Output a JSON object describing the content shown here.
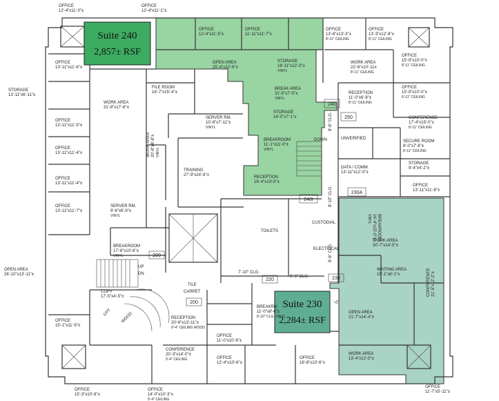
{
  "colors": {
    "suite240_fill": "#99d4a3",
    "suite240_box": "#3dab62",
    "suite230_fill": "#a9d3c4",
    "suite230_box": "#5fae94",
    "wall": "#333333"
  },
  "suite240": {
    "title": "Suite 240",
    "rsf": "2,857± RSF"
  },
  "suite230": {
    "title": "Suite 230",
    "rsf": "2,284± RSF"
  },
  "room_tags": {
    "t240": "240",
    "t240i": "240I",
    "t250": "250",
    "t230a": "230A",
    "t200": "200",
    "t220": "220",
    "t230": "230"
  },
  "rooms": [
    {
      "name": "OFFICE",
      "dim": "12'-4\"x11'-0\"±"
    },
    {
      "name": "OFFICE",
      "dim": "12'-4\"x11'-1\"±"
    },
    {
      "name": "OFFICE",
      "dim": "12'-4\"x11'-5\"±"
    },
    {
      "name": "OFFICE",
      "dim": "11'-11\"x11'-7\"±"
    },
    {
      "name": "OPEN AREA",
      "dim": "25'-4\"x22'-6\"±"
    },
    {
      "name": "STORAGE",
      "dim": "18'-11\"x12'-3\"±",
      "extra": "VINYL"
    },
    {
      "name": "BREAK AREA",
      "dim": "31'-5\"x7'-5\"±",
      "extra": "VINYL"
    },
    {
      "name": "STORAGE",
      "dim": "14'-0\"x7'-1\"±"
    },
    {
      "name": "BREAKROOM",
      "dim": "11'-1\"x11'-0\"±",
      "extra": "VINYL"
    },
    {
      "name": "RECEPTION",
      "dim": "16'-4\"x13'-5\"±"
    },
    {
      "name": "OFFICE",
      "dim": "13'-6\"x13'-3\"±",
      "extra": "8'-11\" CEILING"
    },
    {
      "name": "OFFICE",
      "dim": "13'-3\"x12'-8\"±",
      "extra": "8'-11\" CEILING"
    },
    {
      "name": "OFFICE",
      "dim": "15'-9\"x10'-0\"±",
      "extra": "8'-11\" CEILING"
    },
    {
      "name": "WORK AREA",
      "dim": "22'-6\"x10'-11±",
      "extra": "8'-11\" CEILING"
    },
    {
      "name": "OFFICE",
      "dim": "15'-9\"x10'-0\"±",
      "extra": "8'-11\" CEILING"
    },
    {
      "name": "RECEPTION",
      "dim": "11'-0\"x6'-8\"±",
      "extra": "8'-11\" CEILING"
    },
    {
      "name": "CONFERENCE",
      "dim": "17'-4\"x15'-0\"±",
      "extra": "8'-11\" CEILING"
    },
    {
      "name": "UNVERIFIED",
      "dim": ""
    },
    {
      "name": "SECURE ROOM",
      "dim": "8'-0\"x7'-8\"±",
      "extra": "8'-11\" CEILING"
    },
    {
      "name": "STORAGE",
      "dim": "9'-4\"x4'-2\"±"
    },
    {
      "name": "DATA / COMM.",
      "dim": "13'-11\"x12'-0\"±"
    },
    {
      "name": "OFFICE",
      "dim": "13'-11\"x11'-8\"±"
    },
    {
      "name": "OFFICE",
      "dim": "13'-11\"x11'-6\"±"
    },
    {
      "name": "STORAGE",
      "dim": "13'-11\"x6'-11\"±"
    },
    {
      "name": "OFFICE",
      "dim": "13'-11\"x11'-5\"±"
    },
    {
      "name": "OFFICE",
      "dim": "13'-11\"x11'-4\"±"
    },
    {
      "name": "OFFICE",
      "dim": "13'-11\"x11'-4\"±"
    },
    {
      "name": "OFFICE",
      "dim": "13'-11\"x11'-7\"±"
    },
    {
      "name": "WORK AREA",
      "dim": "31'-8\"x17'-6\"±"
    },
    {
      "name": "FILE ROOM",
      "dim": "16'-7\"x15'-4\"±"
    },
    {
      "name": "SERVER RM.",
      "dim": "10'-8\"x7'-11\"±",
      "extra": "VINYL"
    },
    {
      "name": "WORK AREA",
      "dim": "20'-8\"x8'-8\"±",
      "extra": "VINYL"
    },
    {
      "name": "TRAINING",
      "dim": "27'-9\"x24'-8\"±"
    },
    {
      "name": "SERVER RM.",
      "dim": "9'-6\"x6'-9\"±",
      "extra": "VINYL"
    },
    {
      "name": "BREAKROOM",
      "dim": "17'-6\"x10'-6\"±",
      "extra": "VINYL"
    },
    {
      "name": "OPEN AREA",
      "dim": "26'-10\"x13'-11\"±"
    },
    {
      "name": "COPY",
      "dim": "17'-5\"x4'-5\"±"
    },
    {
      "name": "CUSTODIAL",
      "dim": ""
    },
    {
      "name": "ELECTRICAL",
      "dim": ""
    },
    {
      "name": "BREAKROOM",
      "dim": "16'-4\"x15'-0\"±",
      "extra": "VINYL"
    },
    {
      "name": "WORK AREA",
      "dim": "30'-7\"x14'-5\"±"
    },
    {
      "name": "WAITING AREA",
      "dim": "15'-1\"x8'-1\"±"
    },
    {
      "name": "OPEN AREA",
      "dim": "21'-7\"x14'-4\"±"
    },
    {
      "name": "CONFERENCE",
      "dim": "21'-5\"x12'-2\"±"
    },
    {
      "name": "WORK AREA",
      "dim": "13'-4\"x12'-0\"±"
    },
    {
      "name": "OFFICE",
      "dim": "11'-7\"x5'-11\"±"
    },
    {
      "name": "BREAKRM",
      "dim": "11'-0\"x8'-6\"±",
      "extra": "8'-10\" CLG. VINYL"
    },
    {
      "name": "RECEPTION",
      "dim": "20'-6\"x13'-11\"±",
      "extra": "9'-4\" CEILING WOOD"
    },
    {
      "name": "CONFERENCE",
      "dim": "20'-3\"x14'-0\"±",
      "extra": "9'-4\" CEILING"
    },
    {
      "name": "OFFICE",
      "dim": "11'-0\"x10'-6\"±"
    },
    {
      "name": "OFFICE",
      "dim": "12'-4\"x10'-6\"±"
    },
    {
      "name": "OFFICE",
      "dim": "16'-8\"x10'-6\"±"
    },
    {
      "name": "OFFICE",
      "dim": "15'-1\"x11'-5\"±"
    },
    {
      "name": "OFFICE",
      "dim": "15'-3\"x10'-8\"±"
    },
    {
      "name": "OFFICE",
      "dim": "14'-0\"x10'-3\"±",
      "extra": "9'-4\" CEILING"
    }
  ],
  "notes": {
    "clg_7_10": "7'-10\" CLG.",
    "clg_9_0": "9'-0\" CLG.",
    "clg_8_6": "8'-6\" CLG.",
    "clg_8_10": "8'-10\" CLG.",
    "tile": "TILE",
    "carpet": "CARPET",
    "down": "DOWN",
    "up": "UP",
    "down2": "DN",
    "cpt": "CPT",
    "wood": "WOOD",
    "toilet_m": "TOILETS",
    "clg_partial": "'-0\""
  }
}
